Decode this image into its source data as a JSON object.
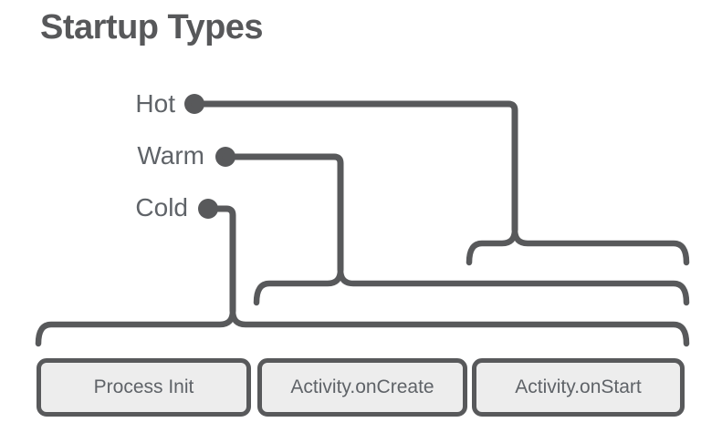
{
  "diagram": {
    "title": "Startup Types",
    "types": [
      {
        "label": "Hot",
        "spans_phases": [
          "Activity.onStart"
        ]
      },
      {
        "label": "Warm",
        "spans_phases": [
          "Activity.onCreate",
          "Activity.onStart"
        ]
      },
      {
        "label": "Cold",
        "spans_phases": [
          "Process Init",
          "Activity.onCreate",
          "Activity.onStart"
        ]
      }
    ],
    "phases": [
      {
        "label": "Process Init"
      },
      {
        "label": "Activity.onCreate"
      },
      {
        "label": "Activity.onStart"
      }
    ],
    "colors": {
      "stroke": "#58595b",
      "title_text": "#57585a",
      "label_text": "#5f6368",
      "box_fill": "#ededed",
      "box_border": "#58595b"
    }
  }
}
